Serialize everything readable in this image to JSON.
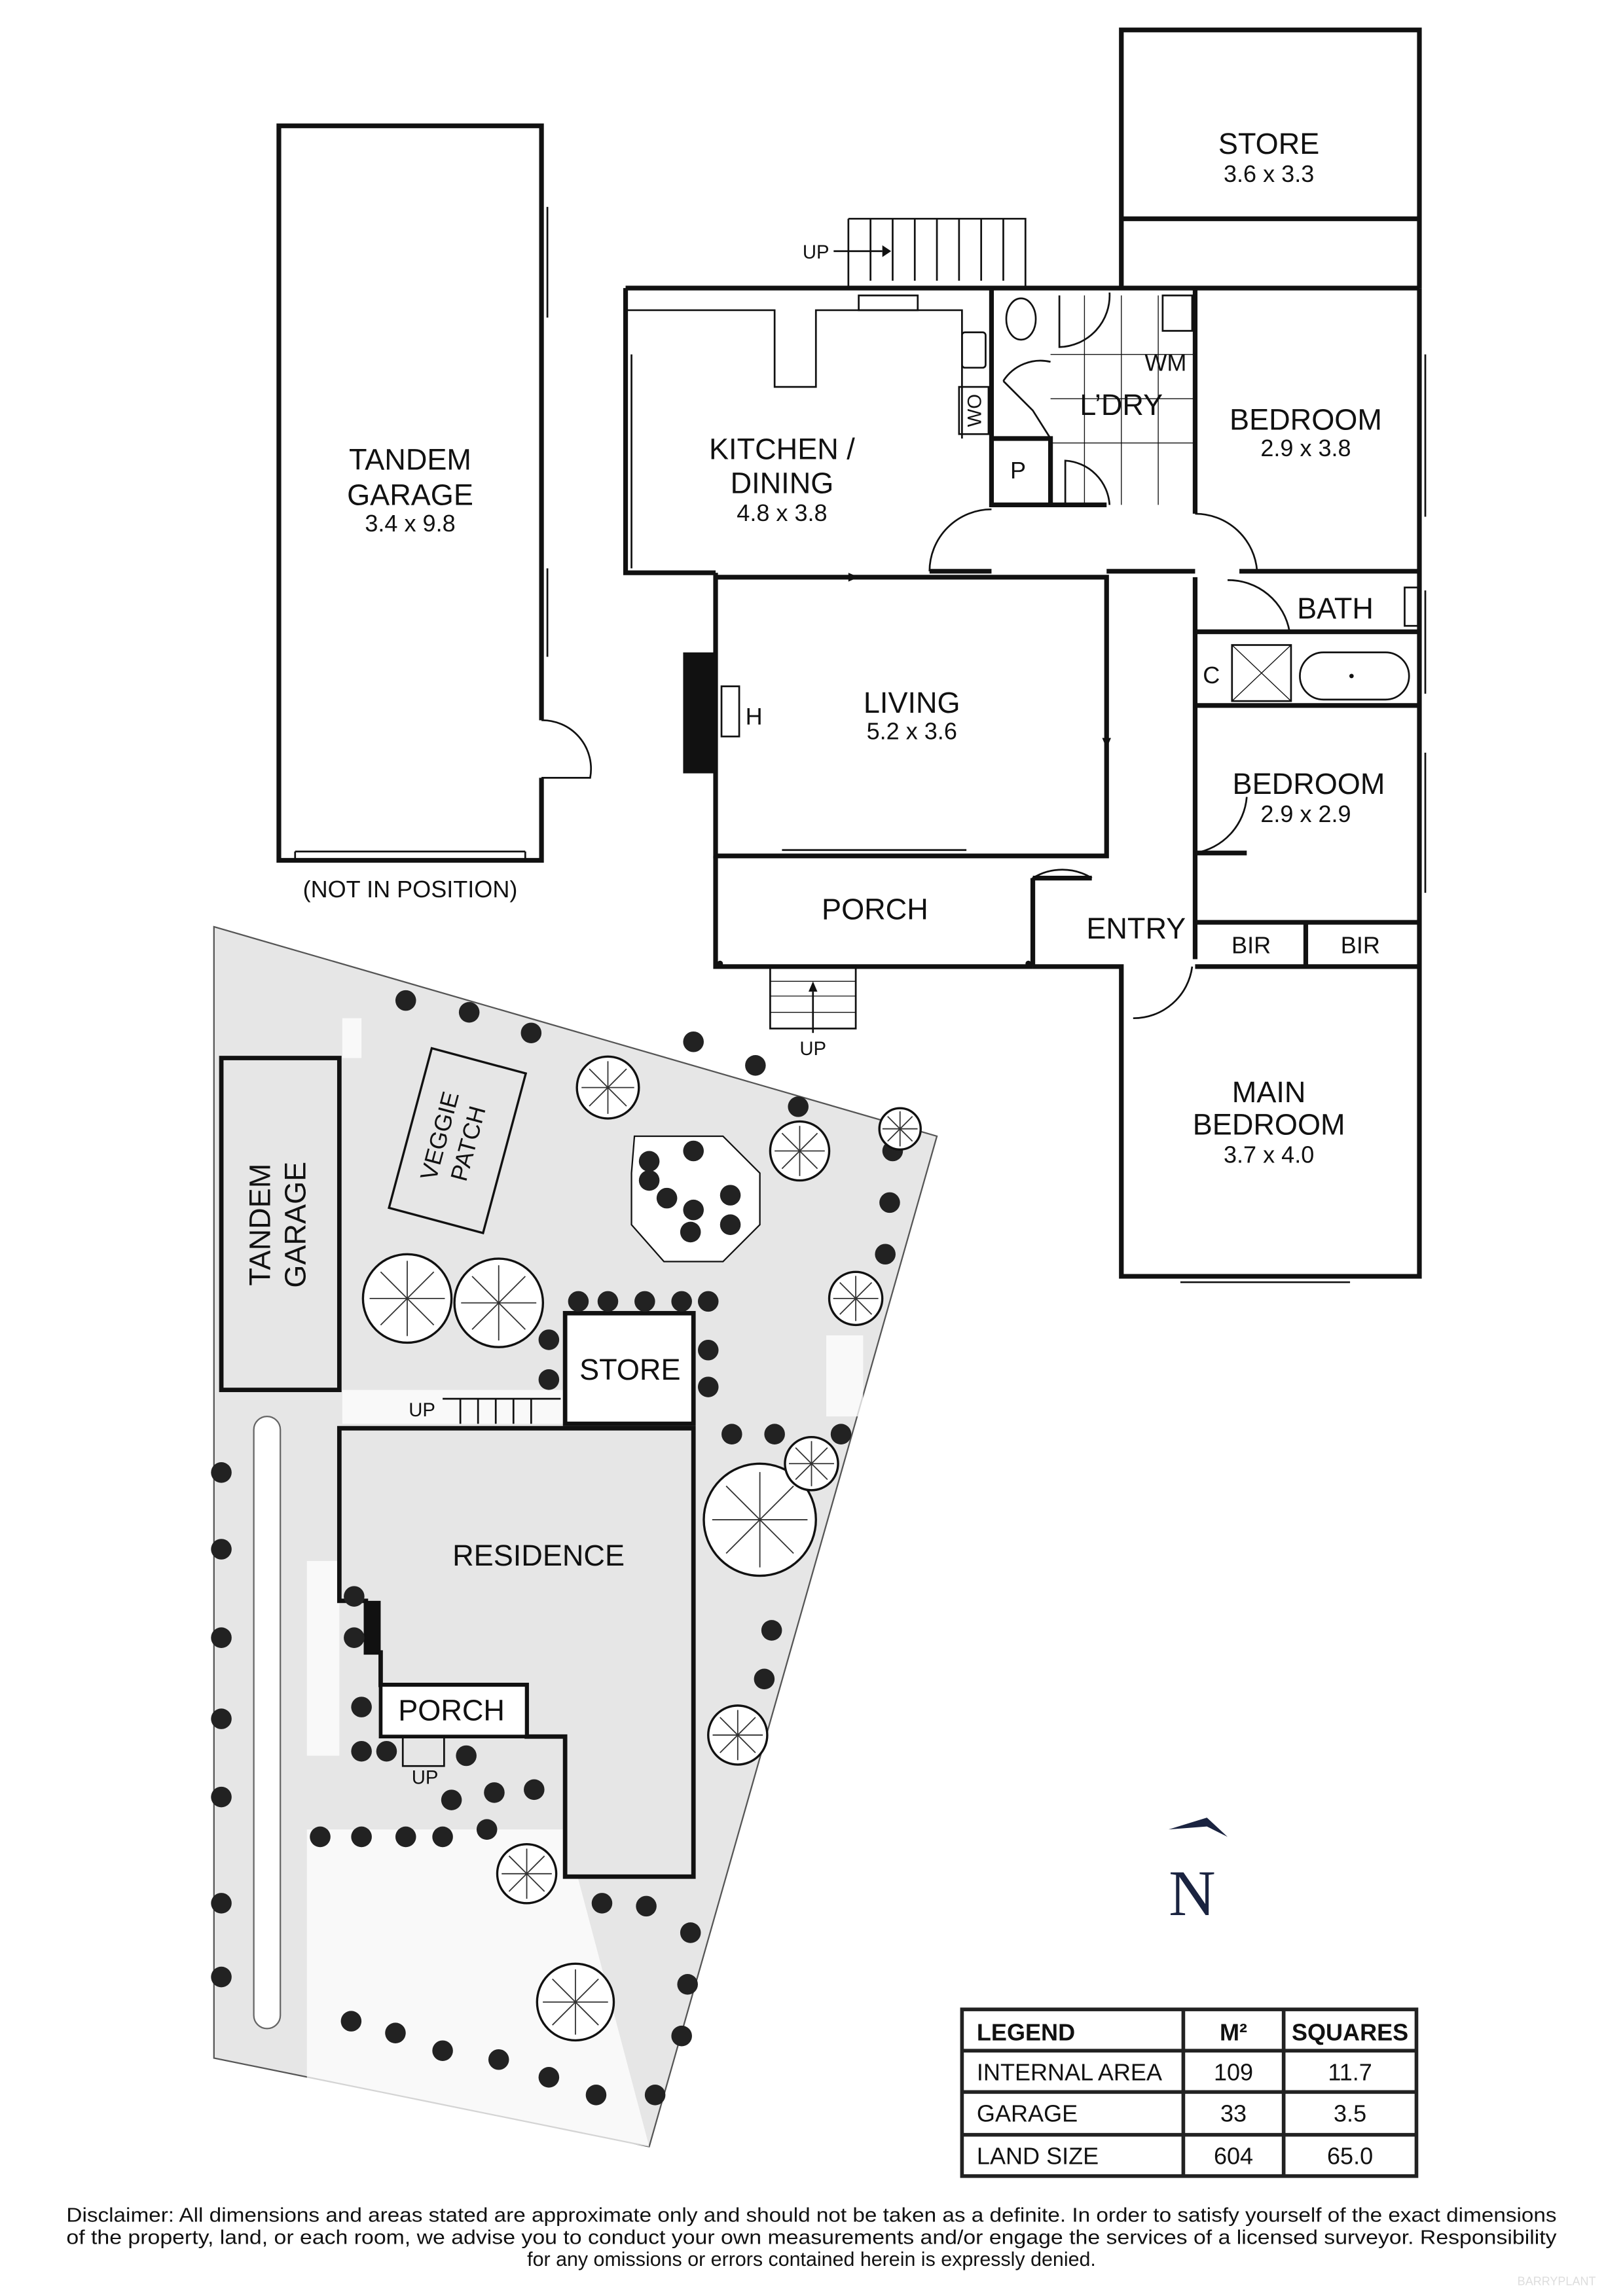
{
  "floor_plan": {
    "garage": {
      "line1": "TANDEM",
      "line2": "GARAGE",
      "size": "3.4 x 9.8",
      "note": "(NOT IN POSITION)"
    },
    "store": {
      "name": "STORE",
      "size": "3.6 x 3.3"
    },
    "kitchen": {
      "line1": "KITCHEN /",
      "line2": "DINING",
      "size": "4.8 x 3.8"
    },
    "laundry": {
      "name": "L’DRY",
      "wm": "WM",
      "pantry": "P",
      "wall_oven": "WO"
    },
    "bedroom1": {
      "name": "BEDROOM",
      "size": "2.9 x 3.8"
    },
    "bath": {
      "name": "BATH",
      "cupboard": "C"
    },
    "living": {
      "name": "LIVING",
      "size": "5.2 x 3.6",
      "heater": "H"
    },
    "bedroom2": {
      "name": "BEDROOM",
      "size": "2.9 x 2.9"
    },
    "porch": {
      "name": "PORCH"
    },
    "entry": {
      "name": "ENTRY"
    },
    "bir1": "BIR",
    "bir2": "BIR",
    "main_bedroom": {
      "line1": "MAIN",
      "line2": "BEDROOM",
      "size": "3.7 x 4.0"
    },
    "stairs_up_front": "UP",
    "stairs_up_rear": "UP"
  },
  "site_plan": {
    "garage_line1": "TANDEM",
    "garage_line2": "GARAGE",
    "veggie_line1": "VEGGIE",
    "veggie_line2": "PATCH",
    "store": "STORE",
    "residence": "RESIDENCE",
    "porch": "PORCH",
    "up_rear": "UP",
    "up_front": "UP"
  },
  "north_arrow": {
    "label": "N",
    "icon": "north-arrow-icon"
  },
  "legend": {
    "headers": [
      "LEGEND",
      "M²",
      "SQUARES"
    ],
    "rows": [
      {
        "label": "INTERNAL AREA",
        "m2": "109",
        "squares": "11.7"
      },
      {
        "label": "GARAGE",
        "m2": "33",
        "squares": "3.5"
      },
      {
        "label": "LAND SIZE",
        "m2": "604",
        "squares": "65.0"
      }
    ]
  },
  "disclaimer": {
    "line1": "Disclaimer: All dimensions and areas stated are approximate only and should not be taken as a definite. In order to satisfy yourself of the exact dimensions",
    "line2": "of the property, land, or each room, we advise you to conduct your own measurements and/or engage the services of a licensed surveyor. Responsibility",
    "line3": "for any omissions or errors contained herein is expressly denied."
  },
  "watermark": "BARRYPLANT",
  "colors": {
    "wall": "#111111",
    "site_fill": "#e6e6e6",
    "north": "#1a2340"
  }
}
